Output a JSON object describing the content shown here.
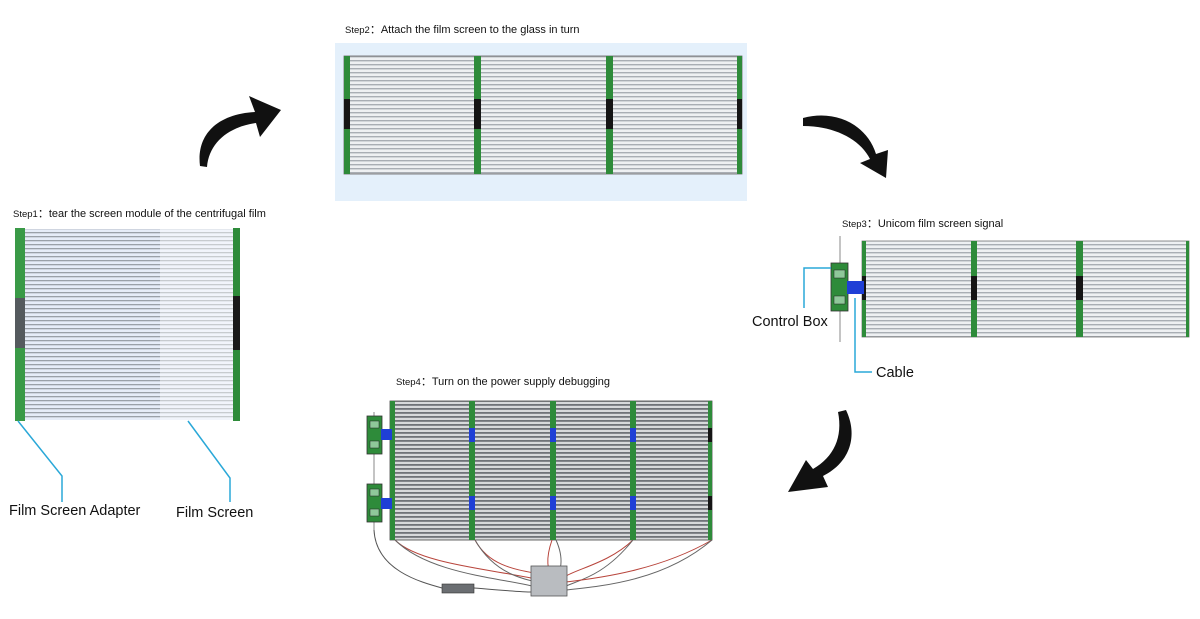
{
  "steps": [
    {
      "num": "Step1",
      "sep": "：",
      "text": "tear the screen module of the centrifugal film"
    },
    {
      "num": "Step2",
      "sep": "：",
      "text": "Attach the film screen to the glass in turn"
    },
    {
      "num": "Step3",
      "sep": "：",
      "text": "Unicom film screen signal"
    },
    {
      "num": "Step4",
      "sep": "：",
      "text": "Turn on the power supply debugging"
    }
  ],
  "labels": {
    "film_screen_adapter": "Film Screen Adapter",
    "film_screen": "Film Screen",
    "control_box": "Control Box",
    "cable": "Cable"
  },
  "colors": {
    "adapter_green": "#2e8b3a",
    "panel_stripe": "#b9bec4",
    "glass_blue": "#e4f0fb",
    "callout_line": "#2aa8d8",
    "cable_blue": "#1f3fd6",
    "arrow": "#111111"
  }
}
